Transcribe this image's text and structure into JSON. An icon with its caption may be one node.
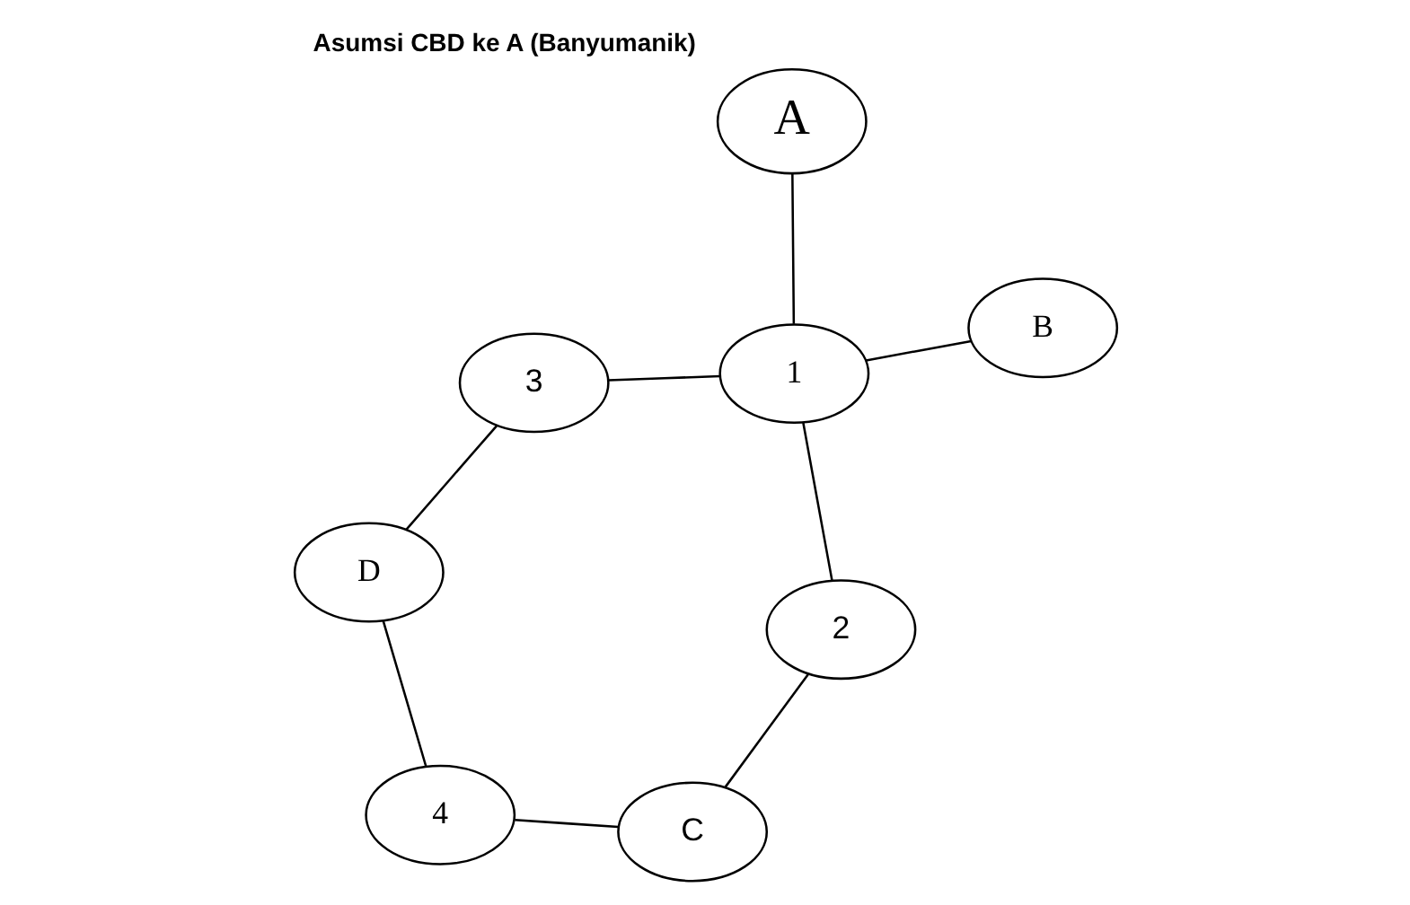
{
  "diagram": {
    "title": "Asumsi CBD ke A (Banyumanik)",
    "nodes": [
      {
        "text": [
          "C"
        ]
      },
      {
        "text": [
          "4"
        ]
      },
      {
        "text": [
          "2"
        ]
      },
      {
        "text": [
          "A"
        ]
      },
      {
        "text": [
          "1"
        ]
      },
      {
        "text": [
          "3"
        ]
      },
      {
        "text": [
          "D"
        ]
      },
      {
        "text": [
          "B"
        ]
      }
    ],
    "edges": [
      {
        "from": 3,
        "to": 4,
        "arrow": "none"
      },
      {
        "from": 4,
        "to": 2,
        "arrow": "none"
      },
      {
        "from": 2,
        "to": 0,
        "arrow": "none"
      },
      {
        "from": 0,
        "to": 1,
        "arrow": "none"
      },
      {
        "from": 1,
        "to": 6,
        "arrow": "none"
      },
      {
        "from": 4,
        "to": 5,
        "arrow": "none"
      },
      {
        "from": 5,
        "to": 6,
        "arrow": "none"
      },
      {
        "from": 4,
        "to": 7,
        "arrow": "none"
      }
    ]
  }
}
